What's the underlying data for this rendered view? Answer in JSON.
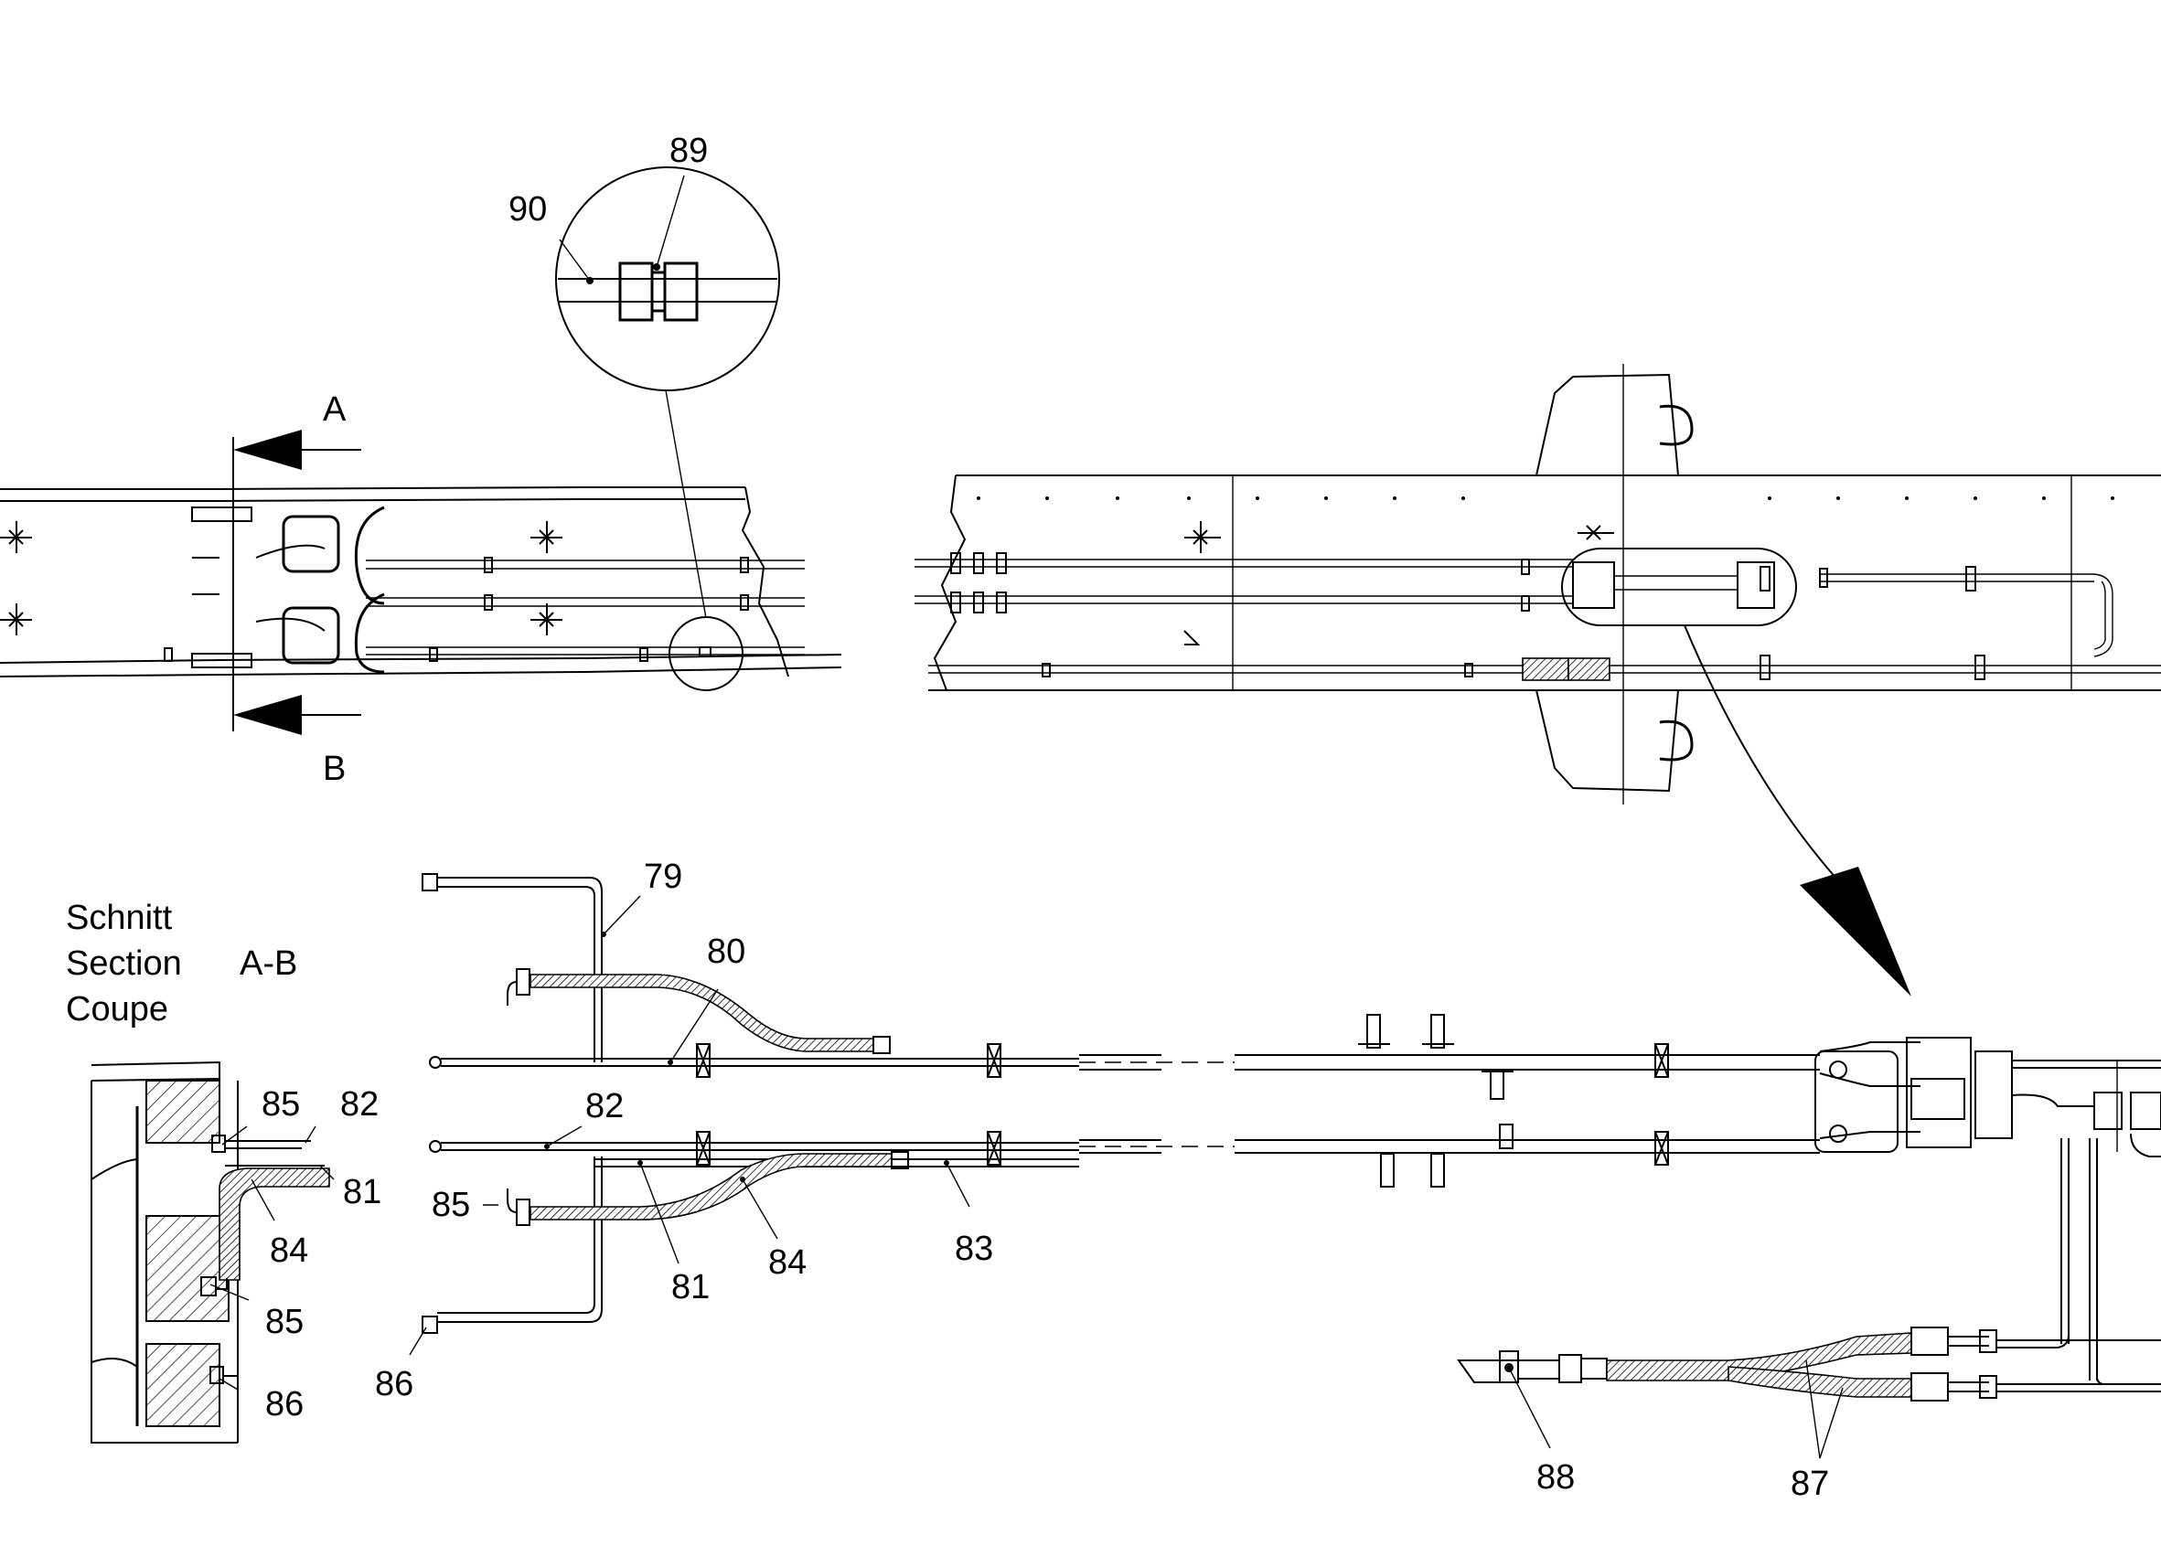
{
  "callouts": {
    "c79": "79",
    "c80": "80",
    "c81a": "81",
    "c81b": "81",
    "c82a": "82",
    "c82b": "82",
    "c83": "83",
    "c84a": "84",
    "c84b": "84",
    "c85a": "85",
    "c85b": "85",
    "c85c": "85",
    "c86a": "86",
    "c86b": "86",
    "c87": "87",
    "c88": "88",
    "c89": "89",
    "c90": "90"
  },
  "section_marks": {
    "a": "A",
    "b": "B"
  },
  "caption": {
    "line1": "Schnitt",
    "line2": "Section",
    "line3": "Coupe",
    "ref": "A-B"
  }
}
